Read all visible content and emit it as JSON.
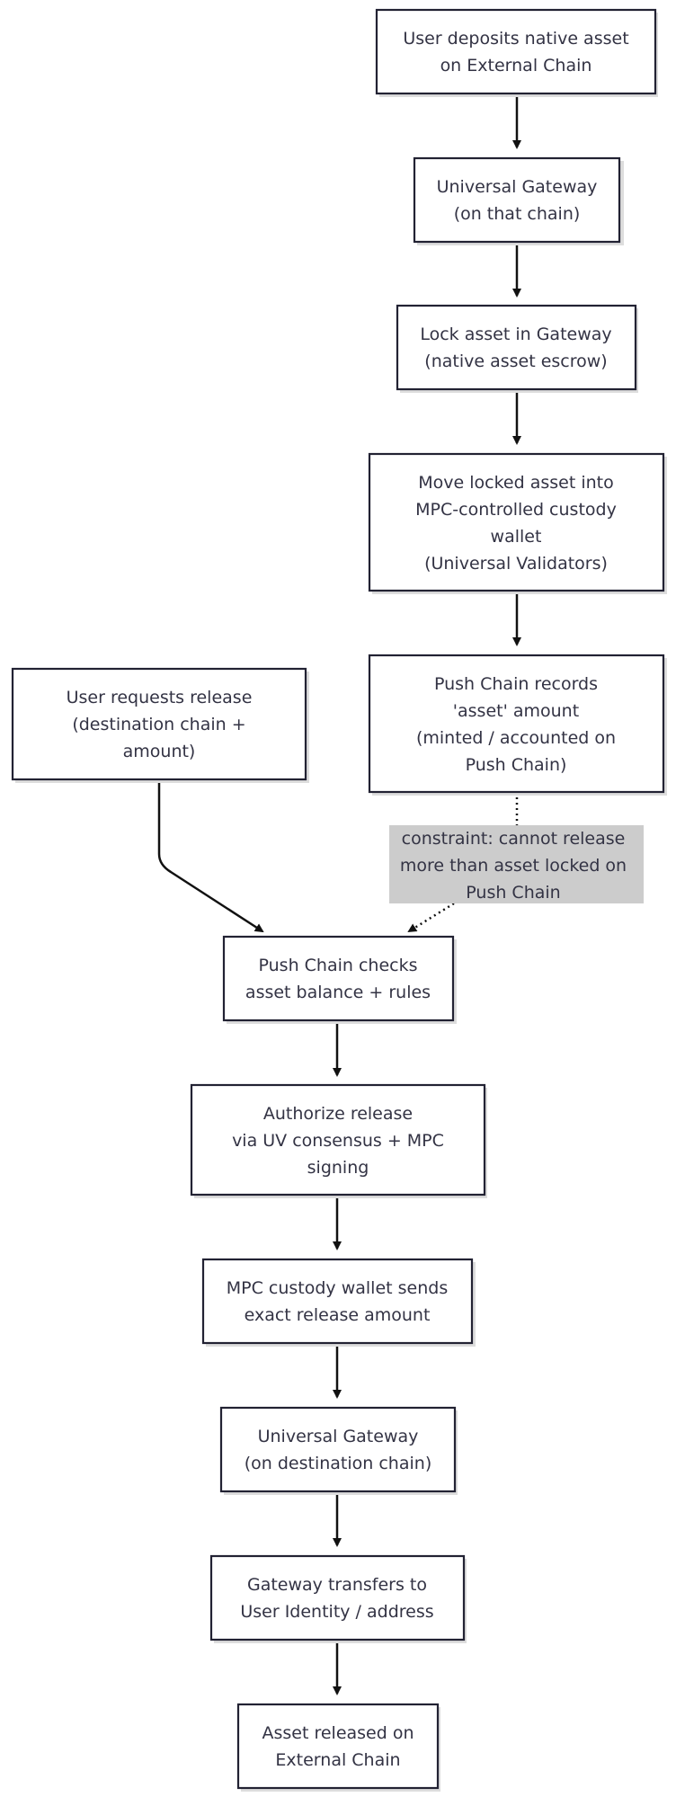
{
  "nodes": {
    "deposit": "User deposits native asset\non External Chain",
    "gateway_src": "Universal Gateway\n(on that chain)",
    "lock": "Lock asset in Gateway\n(native asset escrow)",
    "move": "Move locked asset into\nMPC-controlled custody\nwallet\n(Universal Validators)",
    "records": "Push Chain records\n'asset' amount\n(minted / accounted on\nPush Chain)",
    "request": "User requests release\n(destination chain +\namount)",
    "constraint": "constraint: cannot release\nmore than asset locked on\nPush Chain",
    "checks": "Push Chain checks\nasset balance + rules",
    "authorize": "Authorize release\nvia UV consensus + MPC\nsigning",
    "sends": "MPC custody wallet sends\nexact release amount",
    "gateway_dst": "Universal Gateway\n(on destination chain)",
    "transfers": "Gateway transfers to\nUser Identity / address",
    "released": "Asset released on\nExternal Chain"
  }
}
